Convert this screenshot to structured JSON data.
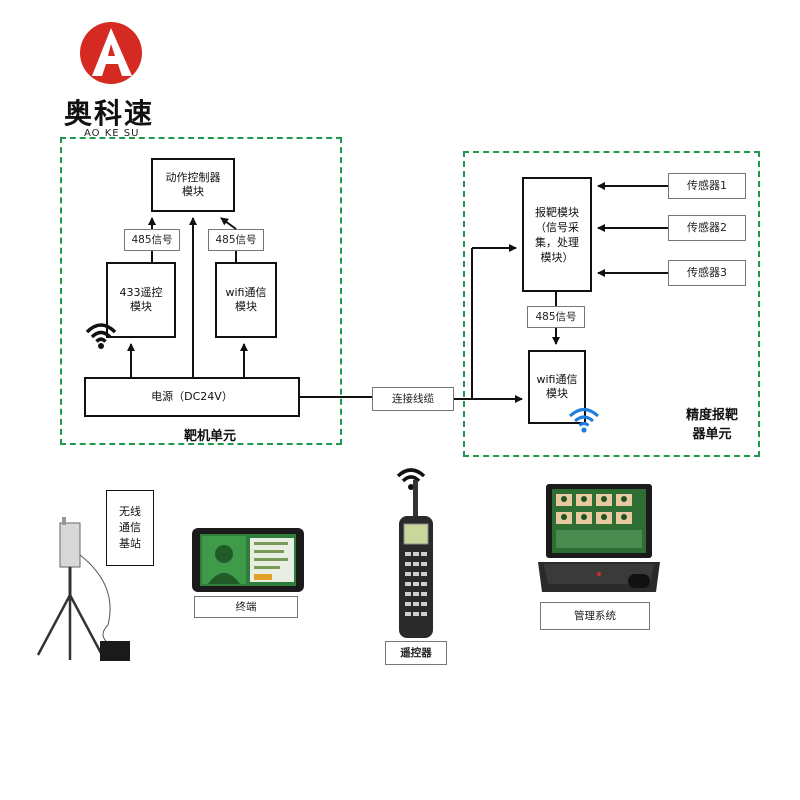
{
  "brand": {
    "name": "奥科速",
    "sub": "AO KE SU",
    "color": "#d42a22"
  },
  "target_unit": {
    "label": "靶机单元",
    "motion_ctrl": "动作控制器\n模块",
    "sig1": "485信号",
    "sig2": "485信号",
    "remote433": "433遥控\n模块",
    "wifi": "wifi通信\n模块",
    "power": "电源（DC24V）"
  },
  "cable": "连接线缆",
  "scoring_unit": {
    "label": "精度报靶\n器单元",
    "report": "报靶模块\n（信号采\n集，处理\n模块）",
    "sensors": [
      "传感器1",
      "传感器2",
      "传感器3"
    ],
    "sig": "485信号",
    "wifi": "wifi通信\n模块"
  },
  "devices": {
    "base_station": "无线\n通信\n基站",
    "terminal": "终端",
    "remote": "遥控器",
    "management": "管理系统"
  },
  "colors": {
    "dash": "#1e9a4a",
    "wifi_blue": "#1f7de0"
  }
}
